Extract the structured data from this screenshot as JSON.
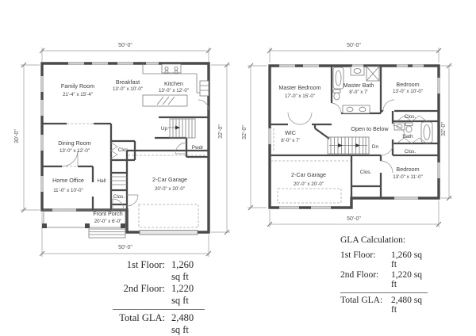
{
  "plan1": {
    "dim_top": "50'-0\"",
    "dim_bottom": "50'-0\"",
    "dim_left": "30'-0\"",
    "dim_right": "32'-0\"",
    "family_room": {
      "name": "Family Room",
      "size": "21'-4\" x 15'-4\""
    },
    "breakfast": {
      "name": "Breakfast",
      "size": "13'-0\" x 10'-0\""
    },
    "kitchen": {
      "name": "Kitchen",
      "size": "13'-0\" x 12'-0\""
    },
    "dining_room": {
      "name": "Dining Room",
      "size": "13'-0\" x 12'-0\""
    },
    "home_office": {
      "name": "Home Office",
      "size": "11'-0\" x 10'-0\""
    },
    "garage": {
      "name": "2-Car Garage",
      "size": "20'-0\" x 20'-0\""
    },
    "front_porch": {
      "name": "Front Porch",
      "size": "20'-0\" x 6'-0\""
    },
    "hall": "Hall",
    "pwdr": "Pwdr",
    "closet1": "Clos.",
    "closet2": "Clos.",
    "up": "Up"
  },
  "plan2": {
    "dim_top": "50'-0\"",
    "dim_bottom": "50'-0\"",
    "dim_left": "32'-0\"",
    "dim_right": "32'-0\"",
    "master_bedroom": {
      "name": "Master Bedroom",
      "size": "17'-0\" x 15'-0\""
    },
    "master_bath": {
      "name": "Master Bath",
      "size": "8'-0\" x 7'"
    },
    "bedroom1": {
      "name": "Bedroom",
      "size": "13'-0\" x 10'-0\""
    },
    "wic": {
      "name": "WIC",
      "size": "8'-0\" x 7'"
    },
    "garage": {
      "name": "2-Car Garage",
      "size": "20'-0\" x 20'-0\""
    },
    "bedroom2": {
      "name": "Bedroom",
      "size": "13'-0\" x 11'-0\""
    },
    "open_to_below": "Open to Below",
    "bath": "Bath",
    "dn": "Dn",
    "closet1": "Clos.",
    "closet2": "Clos.",
    "closet3": "Clos."
  },
  "summary_left": {
    "row1_label": "1st Floor:",
    "row1_value": "1,260 sq ft",
    "row2_label": "2nd Floor:",
    "row2_value": "1,220 sq ft",
    "total_label": "Total GLA:",
    "total_value": "2,480 sq ft"
  },
  "summary_right": {
    "title": "GLA Calculation:",
    "row1_label": "1st Floor:",
    "row1_value": "1,260 sq ft",
    "row2_label": "2nd Floor:",
    "row2_value": "1,220 sq ft",
    "total_label": "Total GLA:",
    "total_value": "2,480 sq ft"
  },
  "colors": {
    "wall": "#4a4a4a",
    "window": "#cccccc",
    "text": "#3d3d3d"
  }
}
